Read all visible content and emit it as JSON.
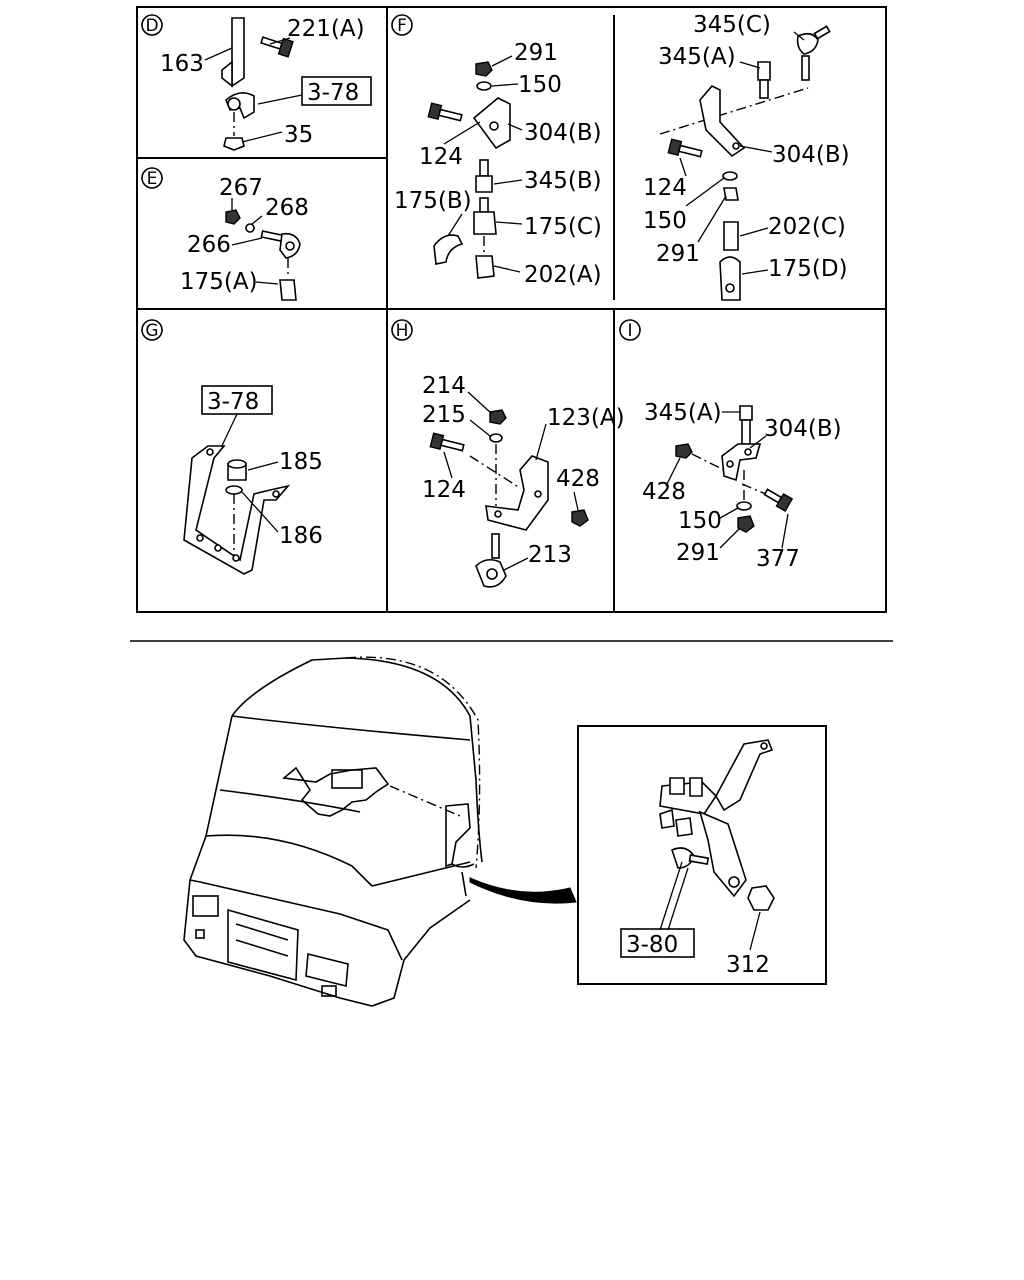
{
  "sections": {
    "D": {
      "mark": "D",
      "labels": {
        "p221a": "221(A)",
        "p163": "163",
        "ref378": "3-78",
        "p35": "35"
      }
    },
    "E": {
      "mark": "E",
      "labels": {
        "p267": "267",
        "p268": "268",
        "p266": "266",
        "p175a": "175(A)"
      }
    },
    "F": {
      "mark": "F",
      "labels": {
        "p291": "291",
        "p150": "150",
        "p124": "124",
        "p304b": "304(B)",
        "p345b": "345(B)",
        "p175b": "175(B)",
        "p175c": "175(C)",
        "p202a": "202(A)"
      }
    },
    "F2": {
      "labels": {
        "p345c": "345(C)",
        "p345a": "345(A)",
        "p304b": "304(B)",
        "p124": "124",
        "p150": "150",
        "p291": "291",
        "p202c": "202(C)",
        "p175d": "175(D)"
      }
    },
    "G": {
      "mark": "G",
      "labels": {
        "ref378": "3-78",
        "p185": "185",
        "p186": "186"
      }
    },
    "H": {
      "mark": "H",
      "labels": {
        "p214": "214",
        "p215": "215",
        "p123a": "123(A)",
        "p124": "124",
        "p428": "428",
        "p213": "213"
      }
    },
    "I": {
      "mark": "I",
      "labels": {
        "p345a": "345(A)",
        "p304b": "304(B)",
        "p428": "428",
        "p150": "150",
        "p291": "291",
        "p377": "377"
      }
    }
  },
  "detail": {
    "labels": {
      "ref380": "3-80",
      "p312": "312"
    }
  }
}
